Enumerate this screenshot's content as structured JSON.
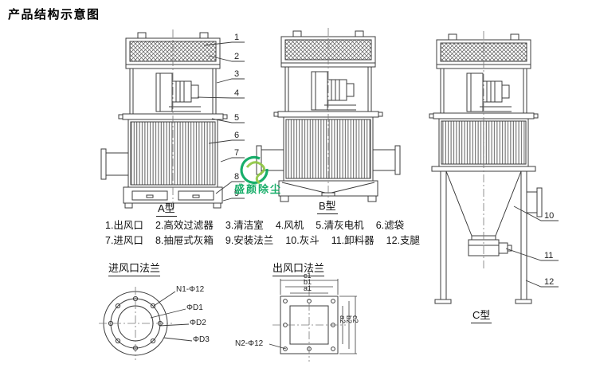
{
  "page": {
    "title": "产品结构示意图"
  },
  "machines": {
    "a": {
      "label": "A型"
    },
    "b": {
      "label": "B型"
    },
    "c": {
      "label": "C型"
    }
  },
  "callouts": {
    "numbers": [
      "1",
      "2",
      "3",
      "4",
      "5",
      "6",
      "7",
      "8",
      "9",
      "10",
      "11",
      "12"
    ]
  },
  "legend": {
    "rows": [
      [
        "1.出风口",
        "2.高效过滤器",
        "3.清洁室",
        "4.风机",
        "5.清灰电机",
        "6.滤袋"
      ],
      [
        "7.进风口",
        "8.抽屉式灰箱",
        "9.安装法兰",
        "10.灰斗",
        "11.卸料器",
        "12.支腿"
      ]
    ]
  },
  "inlet_flange": {
    "title": "进风口法兰",
    "bolt_label": "N1-Φ12",
    "d1": "ΦD1",
    "d2": "ΦD2",
    "d3": "ΦD3"
  },
  "outlet_flange": {
    "title": "出风口法兰",
    "bolt_label": "N2-Φ12",
    "top_dims": [
      "c1",
      "b1",
      "a1"
    ],
    "side_dims": [
      "a2",
      "b2",
      "c2"
    ]
  },
  "watermark": {
    "text": "盛颜除尘",
    "color": "#00a65a"
  },
  "colors": {
    "line": "#3c3c3c",
    "centerline": "#777777",
    "watermark_green": "#00a65a",
    "watermark_light_green": "#8dc63f"
  }
}
